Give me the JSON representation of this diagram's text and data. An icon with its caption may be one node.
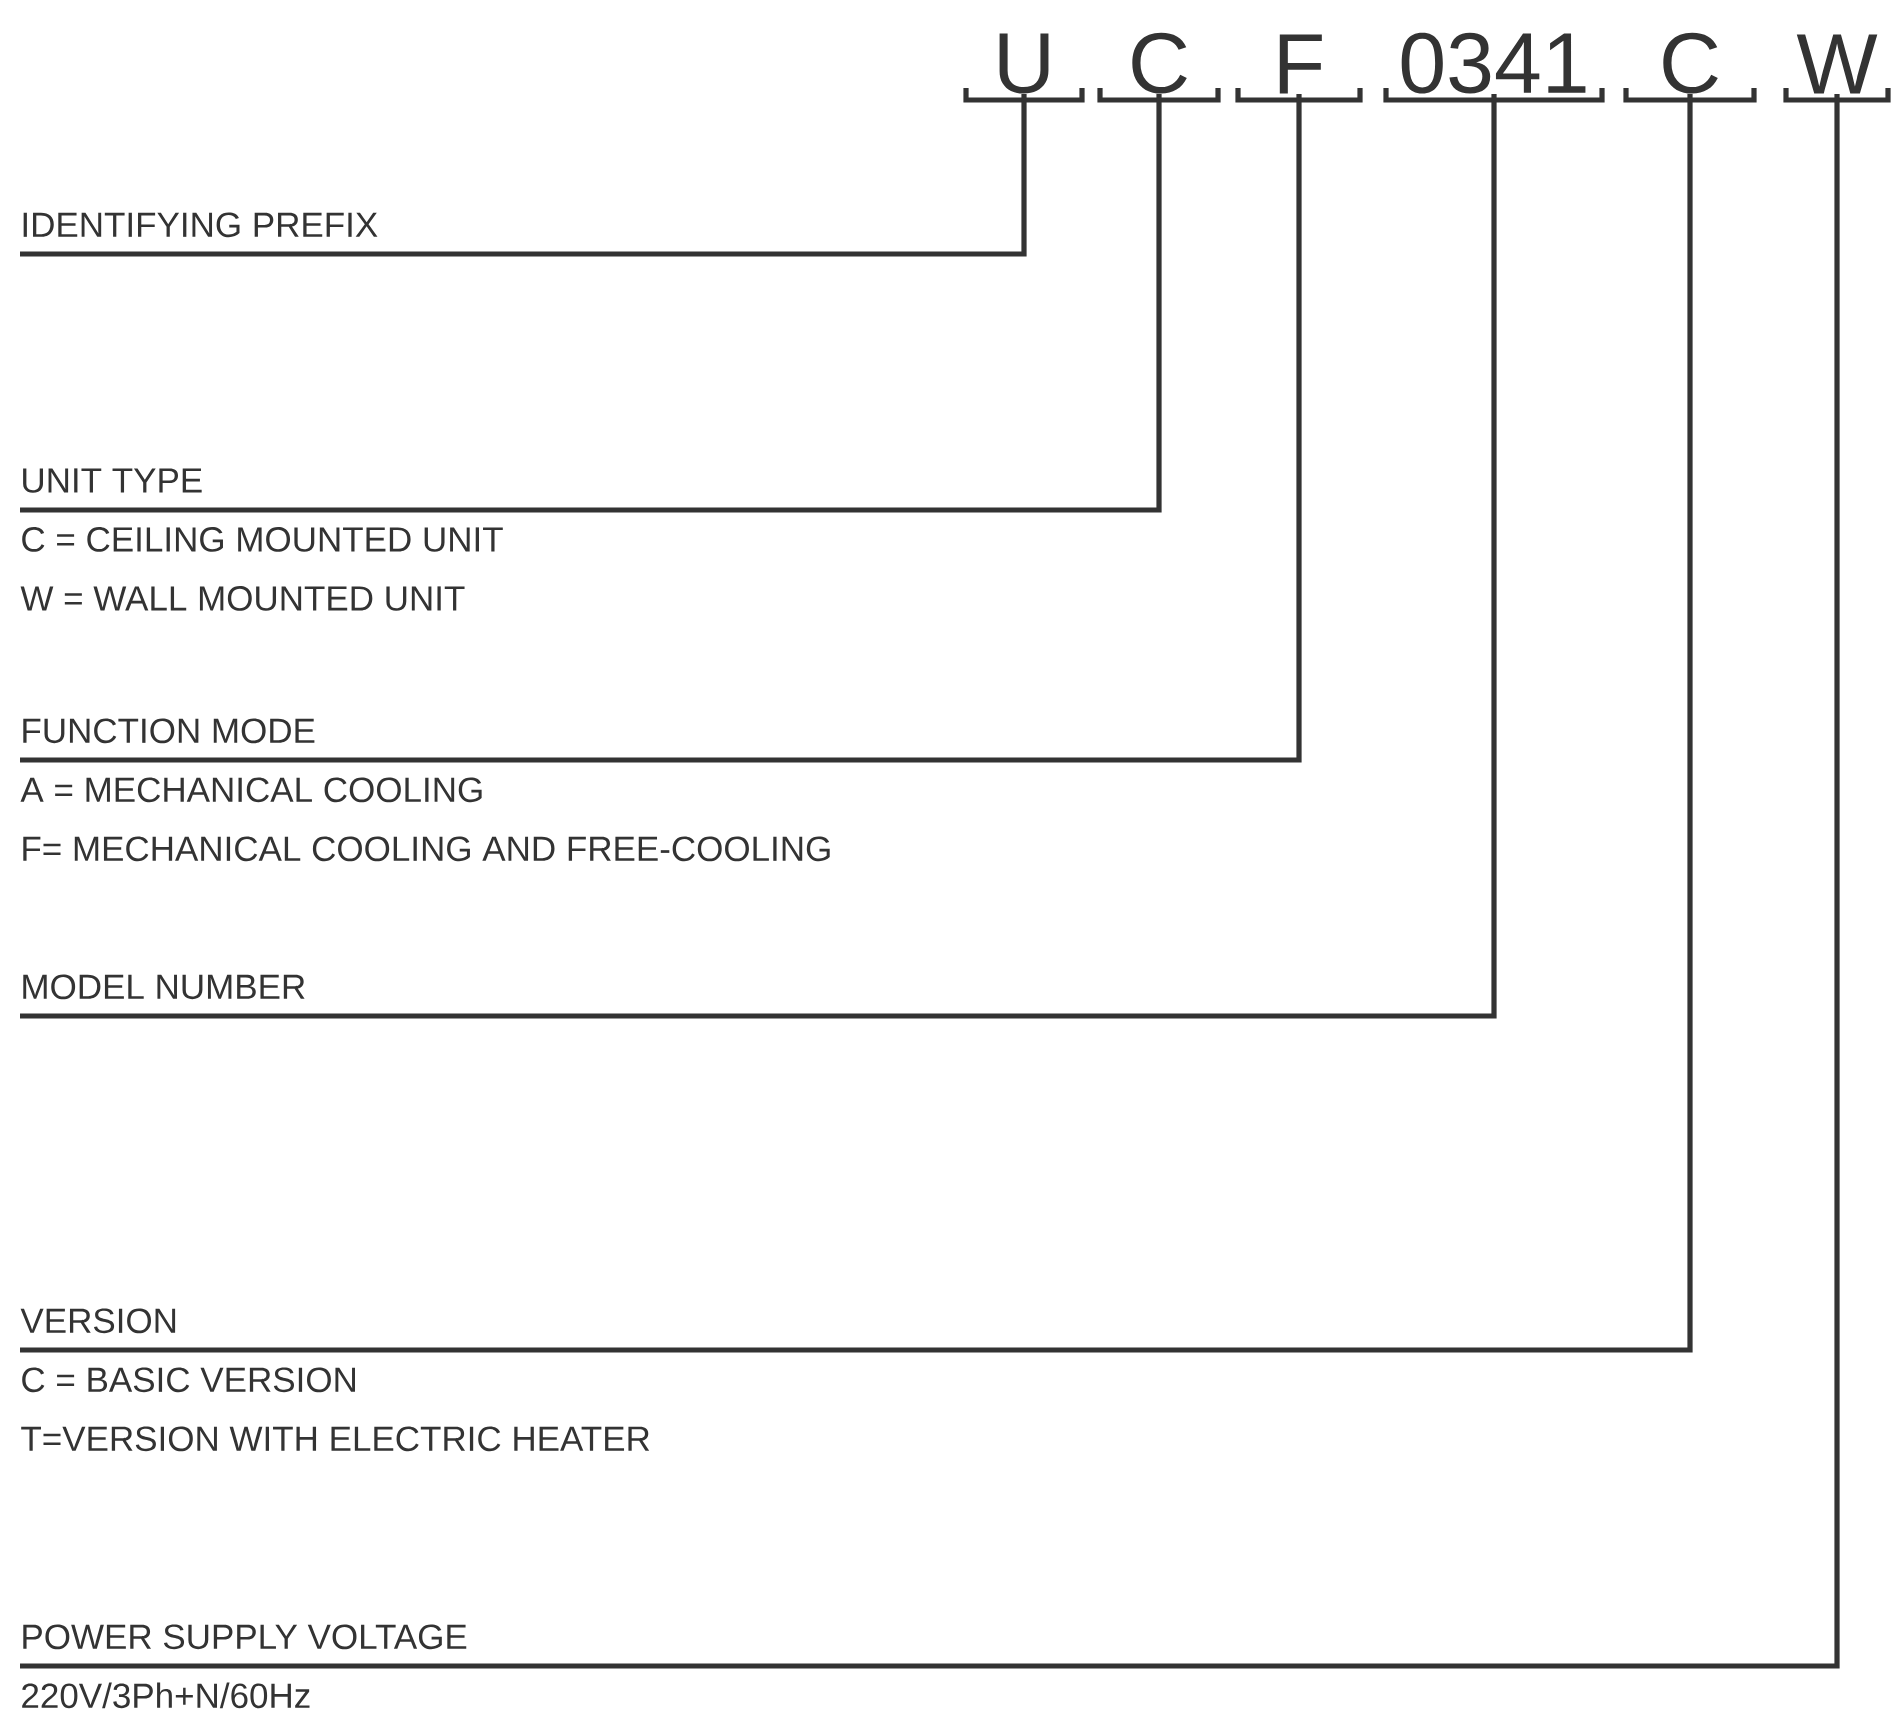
{
  "diagram": {
    "nodes": [
      {
        "text": [
          "U"
        ]
      },
      {
        "text": [
          "C"
        ]
      },
      {
        "text": [
          "F"
        ]
      },
      {
        "text": [
          "0341"
        ]
      },
      {
        "text": [
          "C"
        ]
      },
      {
        "text": [
          "W"
        ]
      },
      {
        "text": [
          "IDENTIFYING PREFIX"
        ]
      },
      {
        "text": [
          "UNIT TYPE",
          "C = CEILING MOUNTED UNIT",
          "W = WALL MOUNTED UNIT"
        ]
      },
      {
        "text": [
          "FUNCTION MODE",
          "A = MECHANICAL COOLING",
          "F= MECHANICAL COOLING AND FREE-COOLING"
        ]
      },
      {
        "text": [
          "MODEL NUMBER"
        ]
      },
      {
        "text": [
          "VERSION",
          "C = BASIC VERSION",
          "T=VERSION WITH ELECTRIC HEATER"
        ]
      },
      {
        "text": [
          "POWER SUPPLY VOLTAGE",
          "220V/3Ph+N/60Hz"
        ]
      }
    ],
    "edges": [
      {
        "from": 0,
        "to": 6,
        "arrow": "none"
      },
      {
        "from": 1,
        "to": 7,
        "arrow": "none"
      },
      {
        "from": 2,
        "to": 8,
        "arrow": "none"
      },
      {
        "from": 3,
        "to": 9,
        "arrow": "none"
      },
      {
        "from": 4,
        "to": 10,
        "arrow": "none"
      },
      {
        "from": 5,
        "to": 11,
        "arrow": "none"
      }
    ]
  }
}
